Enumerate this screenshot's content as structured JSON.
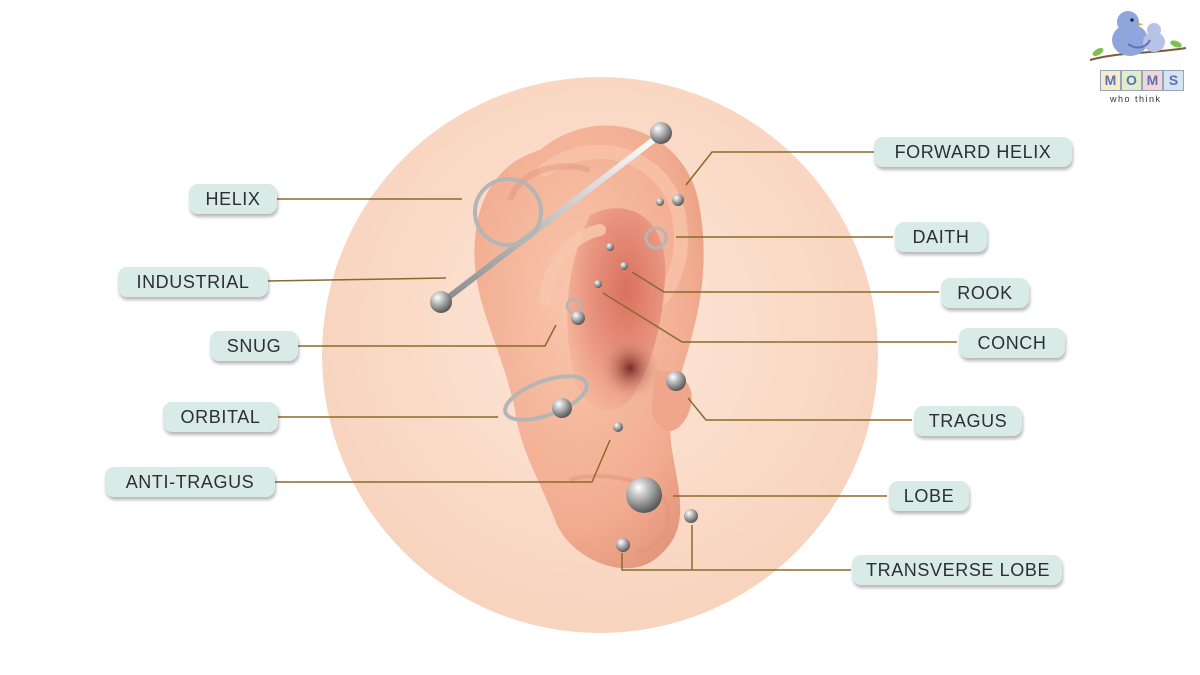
{
  "logo": {
    "letters": [
      "M",
      "O",
      "M",
      "S"
    ],
    "tagline": "who think"
  },
  "labels": {
    "forward_helix": "FORWARD HELIX",
    "helix": "HELIX",
    "daith": "DAITH",
    "industrial": "INDUSTRIAL",
    "rook": "ROOK",
    "snug": "SNUG",
    "conch": "CONCH",
    "orbital": "ORBITAL",
    "tragus": "TRAGUS",
    "anti_tragus": "ANTI-TRAGUS",
    "lobe": "LOBE",
    "transverse_lobe": "TRANSVERSE LOBE"
  },
  "colors": {
    "background_circle": "#fbdcc9",
    "skin": "#f4b398",
    "skin_shadow": "#d9806a",
    "leader_line": "#8a6a2a",
    "label_fill": "#d9ebe6",
    "metal": "#9a9a9a"
  }
}
